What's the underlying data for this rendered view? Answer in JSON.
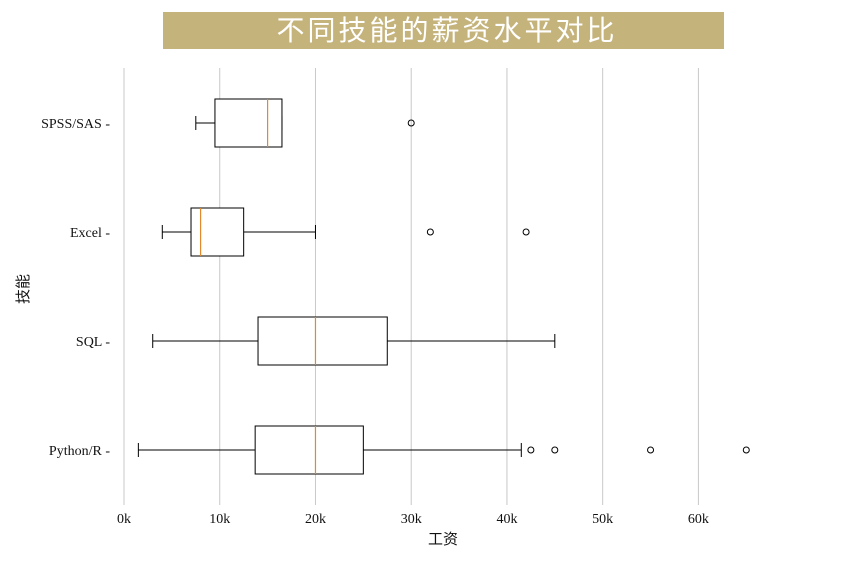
{
  "chart_data": {
    "type": "boxplot",
    "orientation": "horizontal",
    "title": "不同技能的薪资水平对比",
    "xlabel": "工资",
    "ylabel": "技能",
    "xlim": [
      0,
      68000
    ],
    "xticks": [
      0,
      10000,
      20000,
      30000,
      40000,
      50000,
      60000
    ],
    "xtick_labels": [
      "0k",
      "10k",
      "20k",
      "30k",
      "40k",
      "50k",
      "60k"
    ],
    "grid": "vertical",
    "colors": {
      "title_background": "#c5b37c",
      "median": "#e08a2c",
      "grid": "#c8c8c8"
    },
    "series": [
      {
        "category": "SPSS/SAS",
        "tick_label": "SPSS/SAS -",
        "whisker_low": 7500,
        "q1": 9500,
        "median": 15000,
        "q3": 16500,
        "whisker_high": 16500,
        "fliers": [
          30000
        ]
      },
      {
        "category": "Excel",
        "tick_label": "Excel -",
        "whisker_low": 4000,
        "q1": 7000,
        "median": 8000,
        "q3": 12500,
        "whisker_high": 20000,
        "fliers": [
          32000,
          42000
        ]
      },
      {
        "category": "SQL",
        "tick_label": "SQL -",
        "whisker_low": 3000,
        "q1": 14000,
        "median": 20000,
        "q3": 27500,
        "whisker_high": 45000,
        "fliers": []
      },
      {
        "category": "Python/R",
        "tick_label": "Python/R -",
        "whisker_low": 1500,
        "q1": 13700,
        "median": 20000,
        "q3": 25000,
        "whisker_high": 41500,
        "fliers": [
          42500,
          45000,
          55000,
          65000
        ]
      }
    ]
  }
}
